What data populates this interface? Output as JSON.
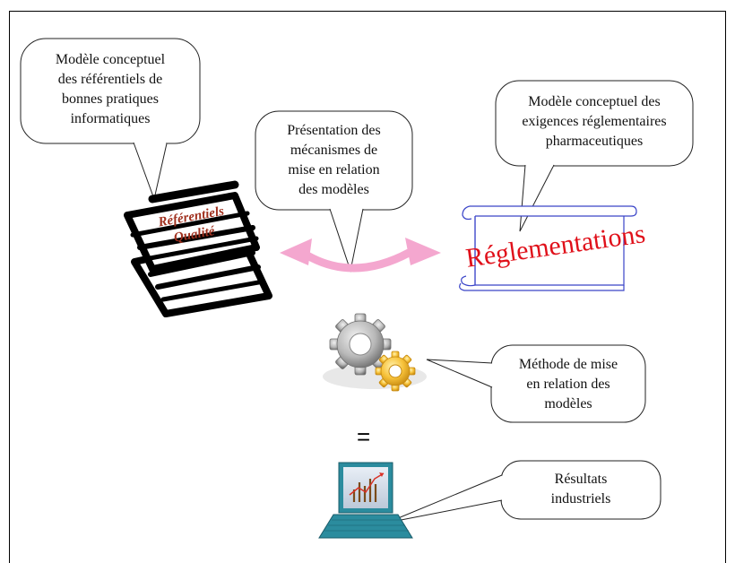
{
  "bubbles": {
    "referentiels_model": [
      "Modèle conceptuel",
      "des référentiels de",
      "bonnes pratiques",
      "informatiques"
    ],
    "presentation": [
      "Présentation des",
      "mécanismes de",
      "mise en relation",
      "des modèles"
    ],
    "exigences_model": [
      "Modèle conceptuel des",
      "exigences réglementaires",
      "pharmaceutiques"
    ],
    "methode": [
      "Méthode de mise",
      "en relation des",
      "modèles"
    ],
    "resultats": [
      "Résultats",
      "industriels"
    ]
  },
  "books_label": [
    "Référentiels",
    "Qualité"
  ],
  "scroll_label": "Réglementations",
  "equals_sign": "=",
  "icons": {
    "books": "stacked-books-icon",
    "scroll": "scroll-icon",
    "arrow": "double-arrow-icon",
    "gears": "gears-icon",
    "laptop": "laptop-chart-icon"
  },
  "colors": {
    "arrow": "#f4a7cf",
    "scroll_border": "#3a44c8",
    "scroll_text": "#e0101a",
    "books_text": "#a0301e",
    "gear_gray": "#a7a7a7",
    "gear_yellow": "#f5b62a",
    "laptop": "#2b8c9e"
  }
}
